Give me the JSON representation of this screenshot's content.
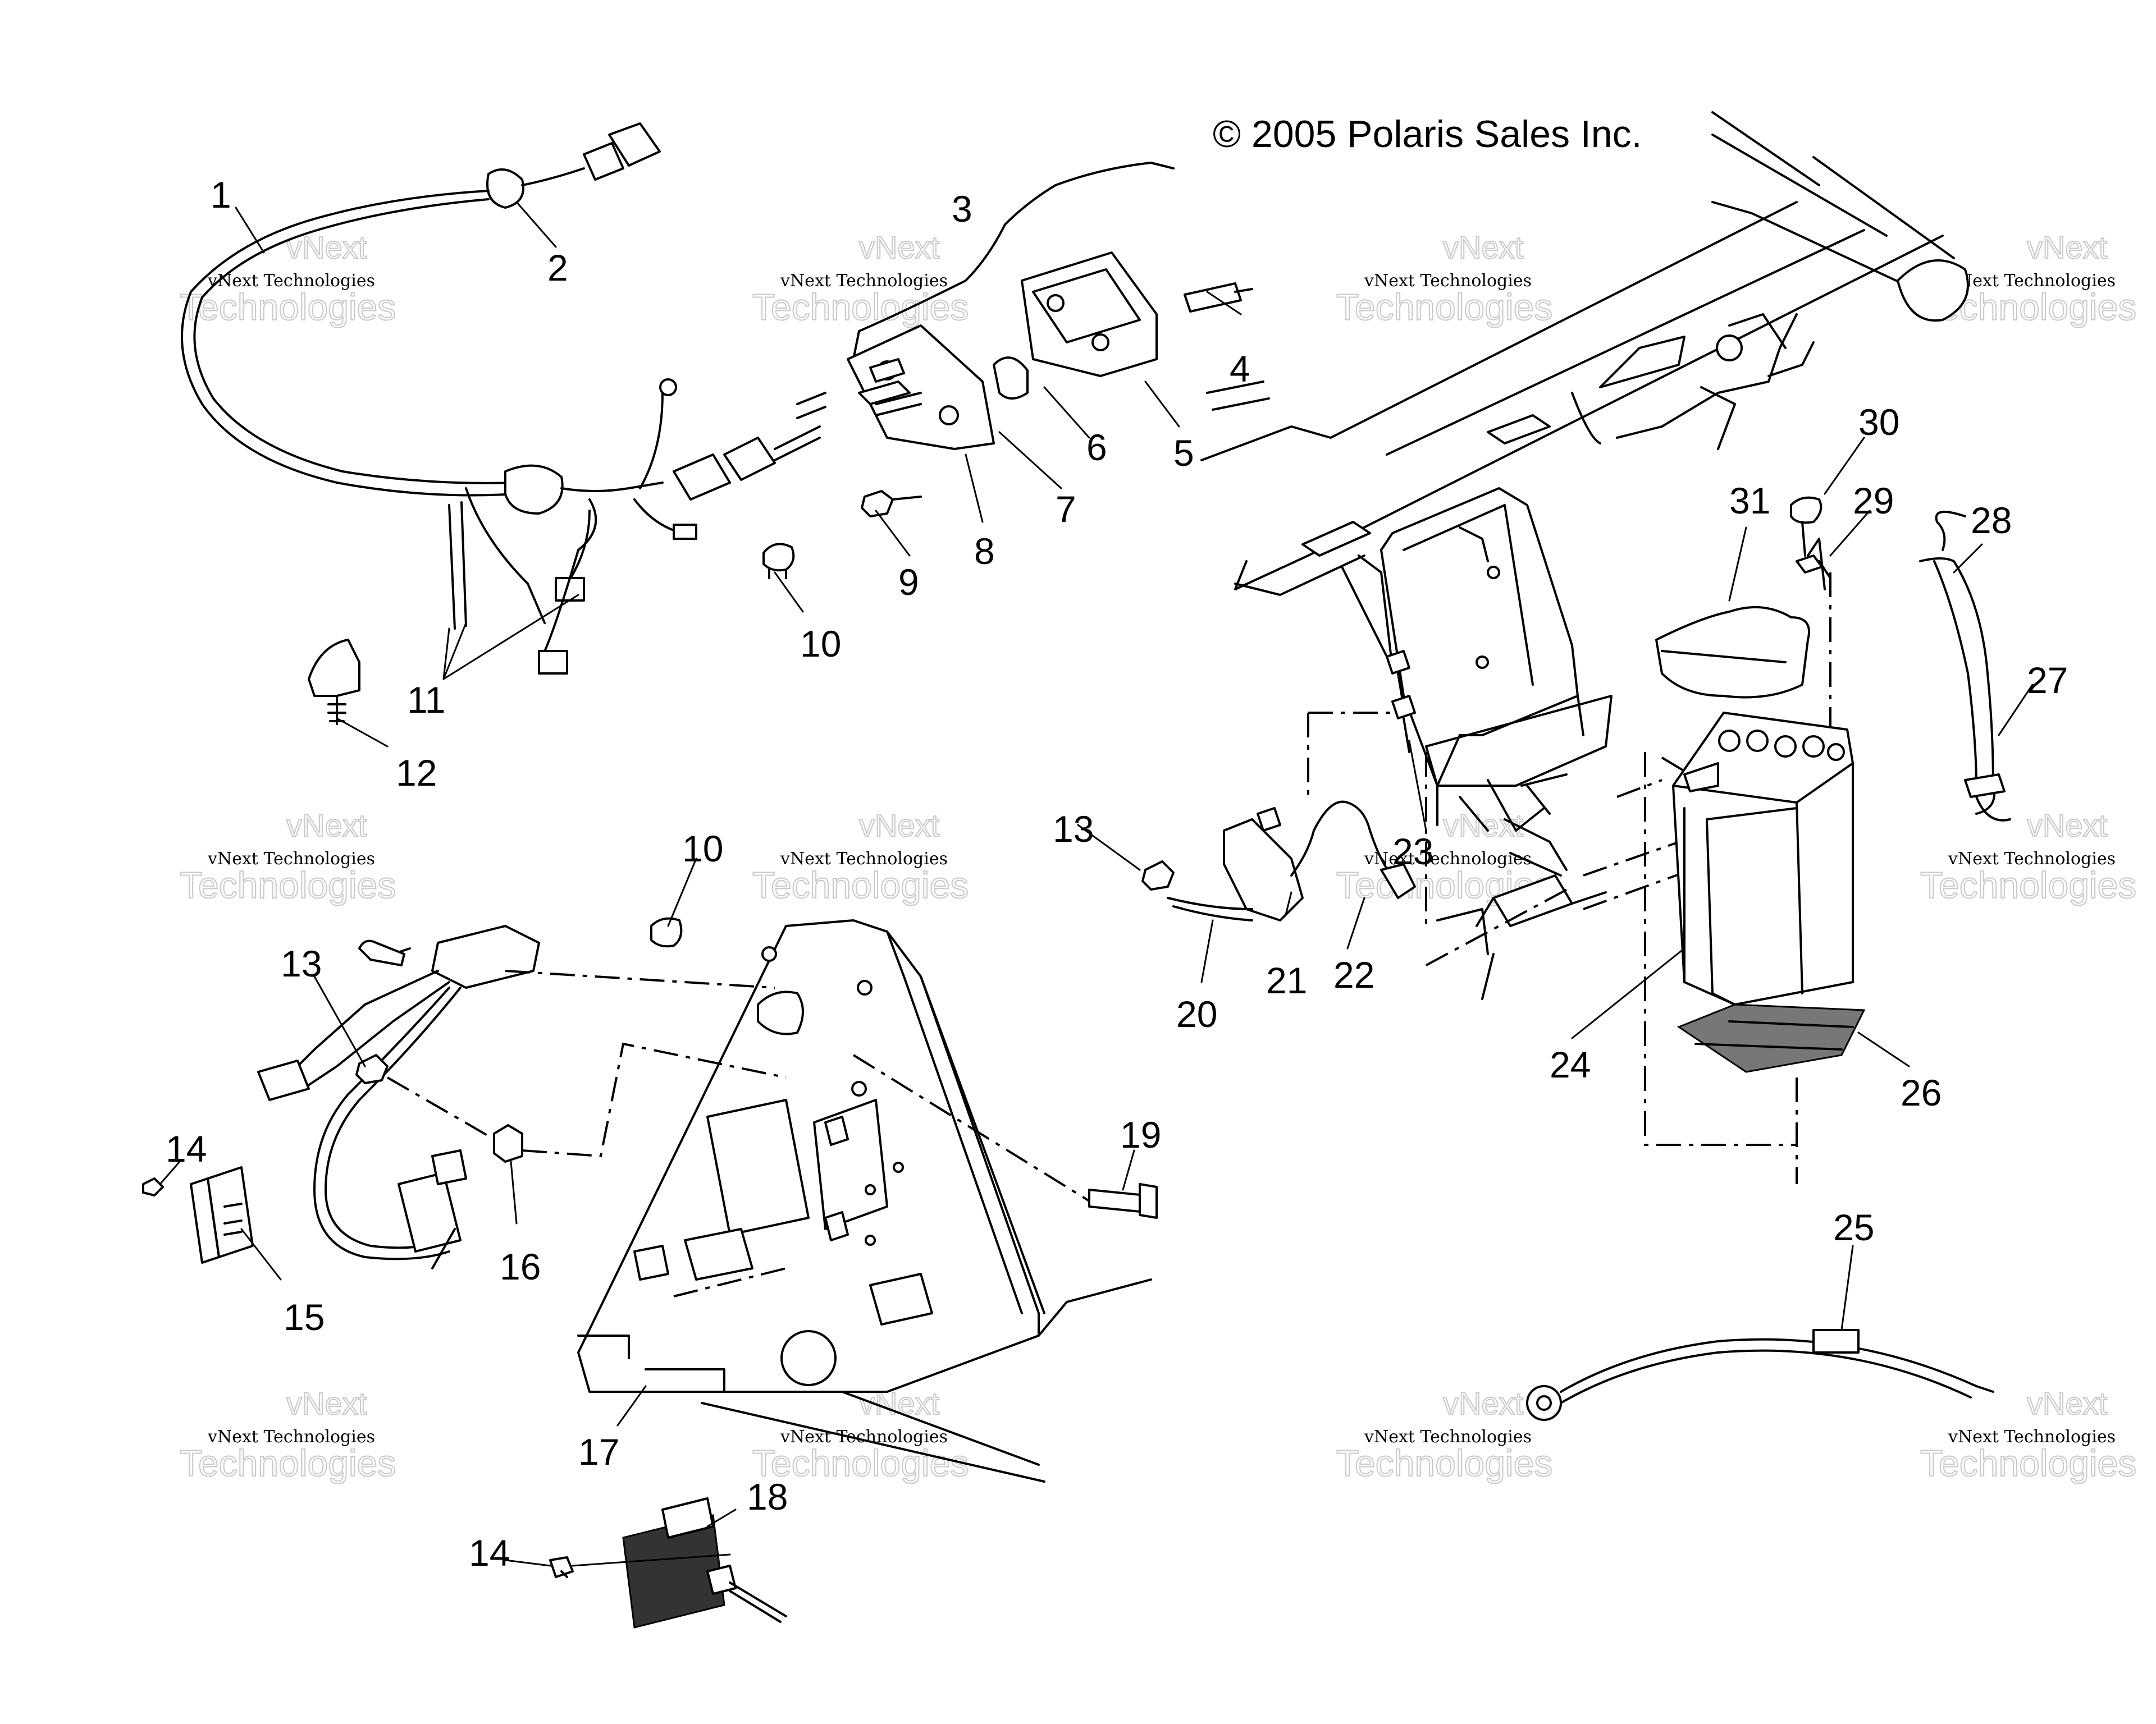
{
  "copyright": "© 2005 Polaris Sales Inc.",
  "watermark": {
    "top": "vNext",
    "middle": "vNext Technologies",
    "bottom": "Technologies"
  },
  "callouts": {
    "c1": "1",
    "c2": "2",
    "c3": "3",
    "c4": "4",
    "c5": "5",
    "c6": "6",
    "c7": "7",
    "c8": "8",
    "c9": "9",
    "c10a": "10",
    "c10b": "10",
    "c11": "11",
    "c12": "12",
    "c13a": "13",
    "c13b": "13",
    "c14a": "14",
    "c14b": "14",
    "c15": "15",
    "c16": "16",
    "c17": "17",
    "c18": "18",
    "c19": "19",
    "c20": "20",
    "c21": "21",
    "c22": "22",
    "c23": "23",
    "c24": "24",
    "c25": "25",
    "c26": "26",
    "c27": "27",
    "c28": "28",
    "c29": "29",
    "c30": "30",
    "c31": "31"
  }
}
